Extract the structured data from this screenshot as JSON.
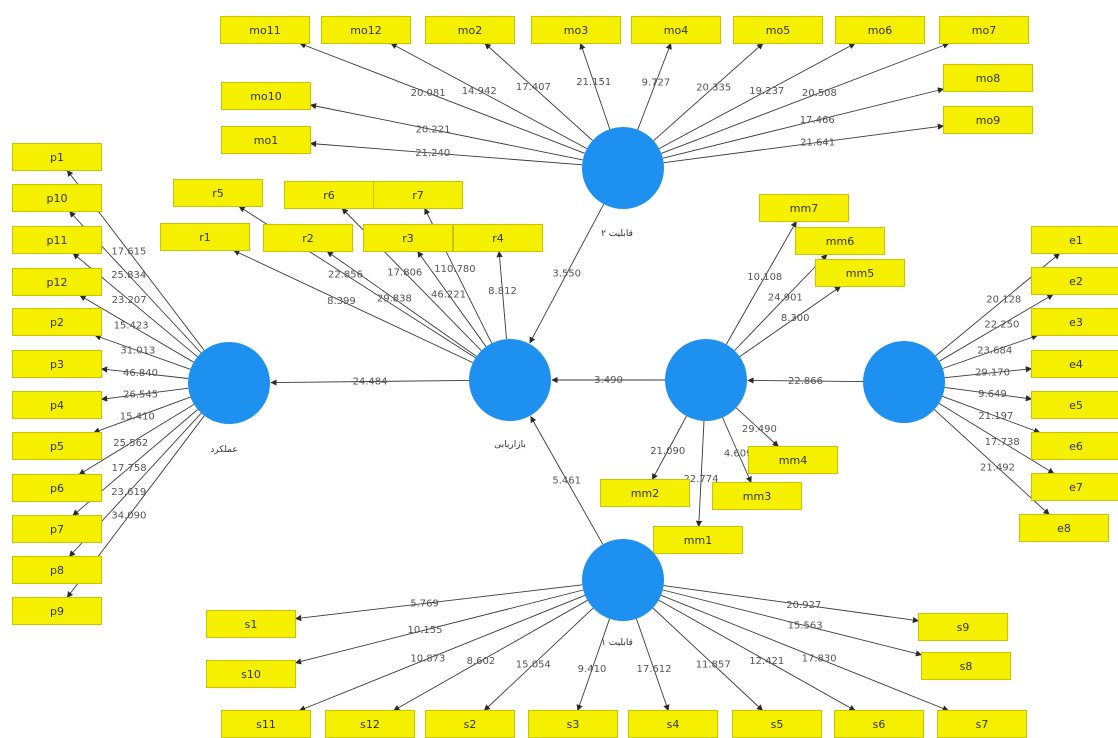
{
  "latents": {
    "aval": "عملکرد",
    "qq": "قابلیت ۲",
    "center": "بازاریابی",
    "mm": "",
    "ee": "",
    "bottom": "قابلیت ۱"
  },
  "indicators": {
    "mo11": "mo11",
    "mo12": "mo12",
    "mo2": "mo2",
    "mo3": "mo3",
    "mo4": "mo4",
    "mo5": "mo5",
    "mo6": "mo6",
    "mo7": "mo7",
    "mo8": "mo8",
    "mo9": "mo9",
    "mo10": "mo10",
    "mo1": "mo1",
    "p1": "p1",
    "p10": "p10",
    "p11": "p11",
    "p12": "p12",
    "p2": "p2",
    "p3": "p3",
    "p4": "p4",
    "p5": "p5",
    "p6": "p6",
    "p7": "p7",
    "p8": "p8",
    "p9": "p9",
    "r1": "r1",
    "r2": "r2",
    "r3": "r3",
    "r4": "r4",
    "r5": "r5",
    "r6": "r6",
    "r7": "r7",
    "mm1": "mm1",
    "mm2": "mm2",
    "mm3": "mm3",
    "mm4": "mm4",
    "mm5": "mm5",
    "mm6": "mm6",
    "mm7": "mm7",
    "e1": "e1",
    "e2": "e2",
    "e3": "e3",
    "e4": "e4",
    "e5": "e5",
    "e6": "e6",
    "e7": "e7",
    "e8": "e8",
    "s1": "s1",
    "s10": "s10",
    "s11": "s11",
    "s12": "s12",
    "s2": "s2",
    "s3": "s3",
    "s4": "s4",
    "s5": "s5",
    "s6": "s6",
    "s7": "s7",
    "s8": "s8",
    "s9": "s9"
  },
  "coefficients": {
    "center_aval": "24.484",
    "mm_center": "3.490",
    "ee_mm": "22.866",
    "qq_center": "3.550",
    "bottom_center": "5.461",
    "qq_mo11": "20.081",
    "qq_mo12": "14.942",
    "qq_mo2": "17.407",
    "qq_mo3": "21.151",
    "qq_mo4": "9.727",
    "qq_mo5": "20.335",
    "qq_mo6": "19.237",
    "qq_mo7": "20.508",
    "qq_mo8": "17.466",
    "qq_mo9": "21.641",
    "qq_mo10": "20.221",
    "qq_mo1": "21.240",
    "aval_p1": "17.615",
    "aval_p10": "25.834",
    "aval_p11": "23.207",
    "aval_p12": "15.423",
    "aval_p2": "31.013",
    "aval_p3": "46.840",
    "aval_p4": "26.545",
    "aval_p5": "15.410",
    "aval_p6": "25.562",
    "aval_p7": "17.758",
    "aval_p8": "23.619",
    "aval_p9": "34.090",
    "center_r1": "8.399",
    "center_r2": "29.838",
    "center_r3": "46.221",
    "center_r4": "8.812",
    "center_r5": "22.856",
    "center_r6": "17.806",
    "center_r7": "110.780",
    "mm_mm7": "10.108",
    "mm_mm6": "24.901",
    "mm_mm5": "8.300",
    "mm_mm1": "22.774",
    "mm_mm2": "21.090",
    "mm_mm3": "4.609",
    "mm_mm4": "29.490",
    "ee_e1": "20.128",
    "ee_e2": "22.250",
    "ee_e3": "23.684",
    "ee_e4": "29.170",
    "ee_e5": "9.649",
    "ee_e6": "21.197",
    "ee_e7": "17.738",
    "ee_e8": "21.492",
    "bottom_s1": "5.769",
    "bottom_s10": "10.155",
    "bottom_s11": "10.873",
    "bottom_s12": "8.602",
    "bottom_s2": "15.054",
    "bottom_s3": "9.410",
    "bottom_s4": "17.612",
    "bottom_s5": "11.857",
    "bottom_s6": "12.421",
    "bottom_s7": "17.830",
    "bottom_s8": "15.563",
    "bottom_s9": "20.927"
  },
  "colors": {
    "latent_fill": "#1e90f0",
    "indicator_fill": "#f4f000",
    "line": "#3a3a3a"
  }
}
